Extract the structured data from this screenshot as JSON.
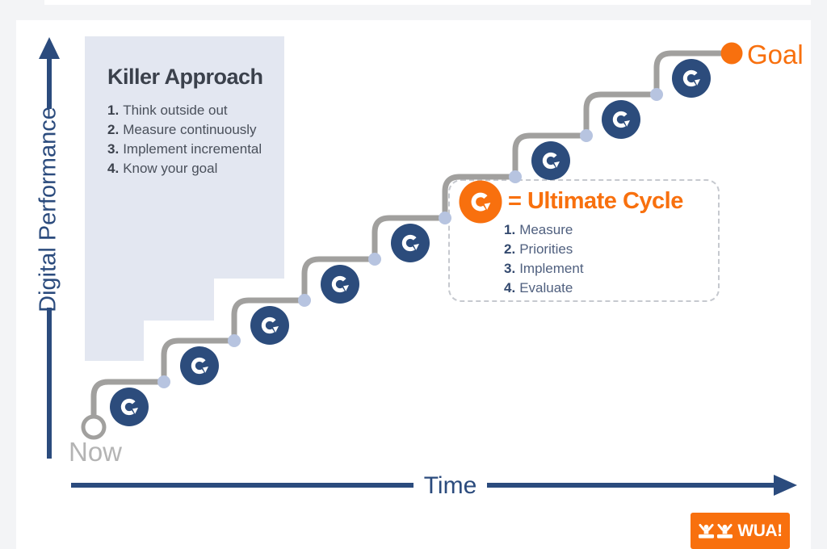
{
  "y_axis": {
    "label": "Digital Performance"
  },
  "x_axis": {
    "label": "Time"
  },
  "timeline": {
    "start_label": "Now",
    "goal_label": "Goal",
    "step_count": 9,
    "navy_cycle_icons": 8,
    "orange_cycle_icons": 1
  },
  "killer_approach": {
    "title": "Killer Approach",
    "items": [
      {
        "num": "1.",
        "text": "Think outside out"
      },
      {
        "num": "2.",
        "text": "Measure continuously"
      },
      {
        "num": "3.",
        "text": "Implement incremental"
      },
      {
        "num": "4.",
        "text": "Know your goal"
      }
    ]
  },
  "ultimate_cycle": {
    "key_label": "= Ultimate Cycle",
    "items": [
      {
        "num": "1.",
        "text": "Measure"
      },
      {
        "num": "2.",
        "text": "Priorities"
      },
      {
        "num": "3.",
        "text": "Implement"
      },
      {
        "num": "4.",
        "text": "Evaluate"
      }
    ]
  },
  "logo": {
    "text": "WUA!"
  },
  "colors": {
    "navy": "#2b4b7d",
    "icon_navy": "#2c4c7c",
    "orange": "#f8700e",
    "stair_gray": "#a1a09e",
    "dot_blue": "#b7c4e0",
    "shade_blue": "#e3e7f1",
    "now_gray": "#b4b4b4",
    "title_dark": "#3b414c"
  }
}
